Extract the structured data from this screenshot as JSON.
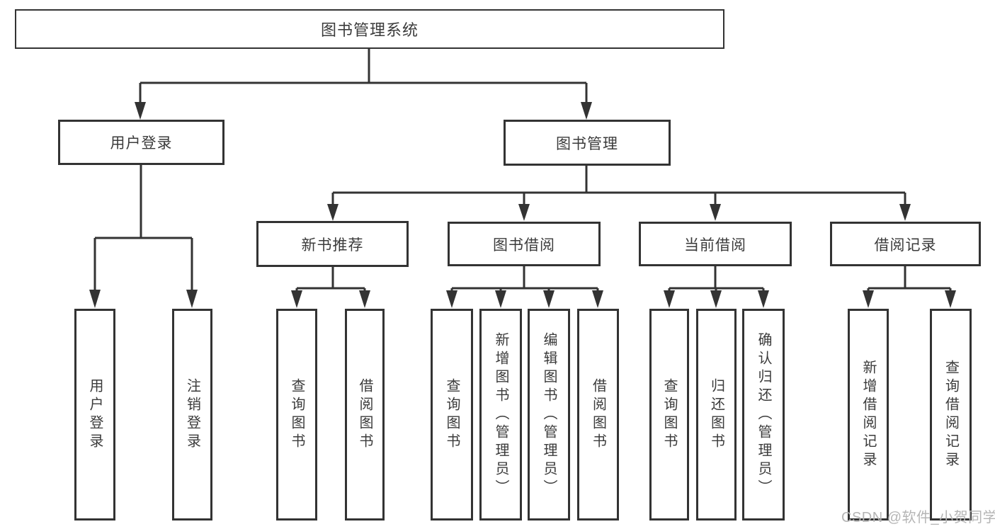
{
  "tree": {
    "root": {
      "label": "图书管理系统"
    },
    "branches": [
      {
        "label": "用户登录",
        "children": [
          {
            "label": "用户登录"
          },
          {
            "label": "注销登录"
          }
        ]
      },
      {
        "label": "图书管理",
        "children": [
          {
            "label": "新书推荐",
            "children": [
              {
                "label": "查询图书"
              },
              {
                "label": "借阅图书"
              }
            ]
          },
          {
            "label": "图书借阅",
            "children": [
              {
                "label": "查询图书"
              },
              {
                "label": "新增图书（管理员）"
              },
              {
                "label": "编辑图书（管理员）"
              },
              {
                "label": "借阅图书"
              }
            ]
          },
          {
            "label": "当前借阅",
            "children": [
              {
                "label": "查询图书"
              },
              {
                "label": "归还图书"
              },
              {
                "label": "确认归还（管理员）"
              }
            ]
          },
          {
            "label": "借阅记录",
            "children": [
              {
                "label": "新增借阅记录"
              },
              {
                "label": "查询借阅记录"
              }
            ]
          }
        ]
      }
    ]
  },
  "watermark": {
    "text": "CSDN @软件_小贺同学",
    "color": "#b5b5b5"
  },
  "colors": {
    "line": "#333333",
    "text": "#3b3b3b",
    "background": "#ffffff"
  }
}
